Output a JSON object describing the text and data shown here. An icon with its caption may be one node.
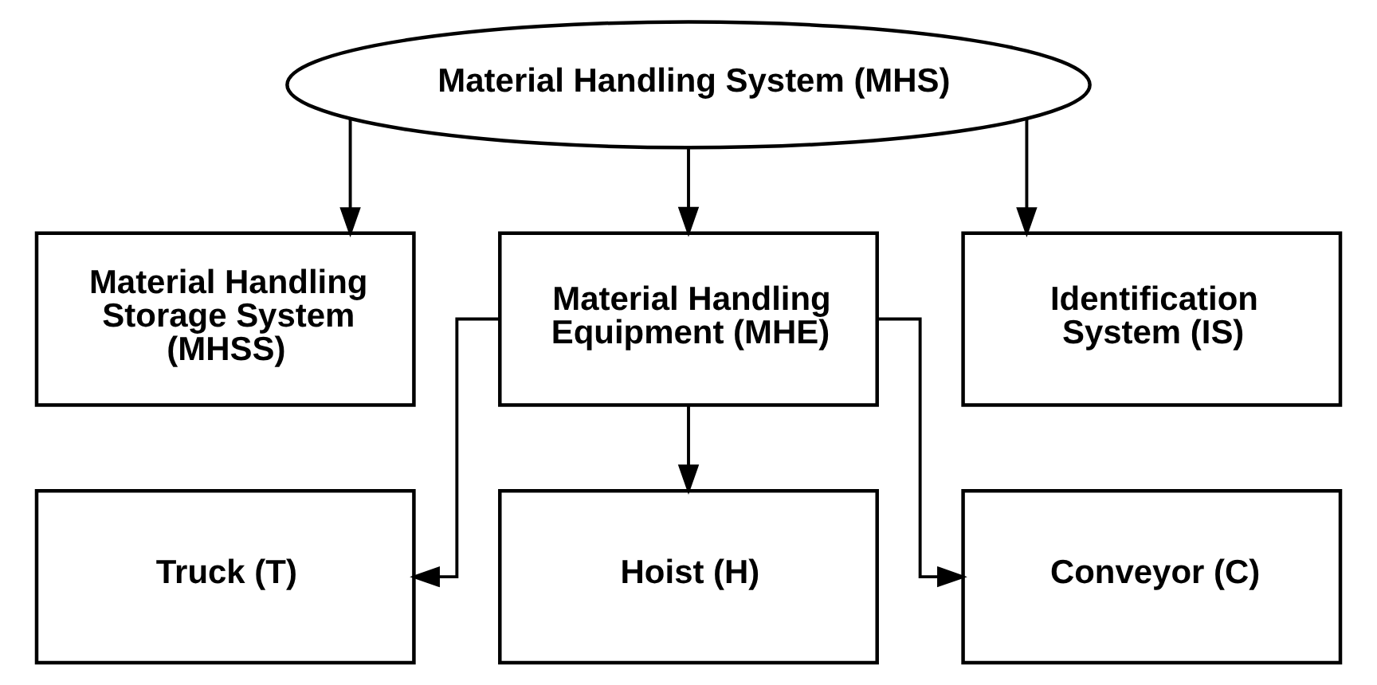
{
  "diagram": {
    "nodes": [
      {
        "text": [
          "Material Handling System (MHS)"
        ]
      },
      {
        "text": [
          "Material Handling Storage System (MHSS)"
        ]
      },
      {
        "text": [
          "Material Handling Equipment (MHE)"
        ]
      },
      {
        "text": [
          "Identification System (IS)"
        ]
      },
      {
        "text": [
          "Truck (T)"
        ]
      },
      {
        "text": [
          "Hoist (H)"
        ]
      },
      {
        "text": [
          "Conveyor (C)"
        ]
      }
    ],
    "edges": [
      {
        "from": 0,
        "to": 1,
        "arrow": "to"
      },
      {
        "from": 0,
        "to": 2,
        "arrow": "to"
      },
      {
        "from": 0,
        "to": 3,
        "arrow": "to"
      },
      {
        "from": 2,
        "to": 4,
        "arrow": "to"
      },
      {
        "from": 2,
        "to": 5,
        "arrow": "to"
      },
      {
        "from": 2,
        "to": 6,
        "arrow": "to"
      }
    ]
  }
}
